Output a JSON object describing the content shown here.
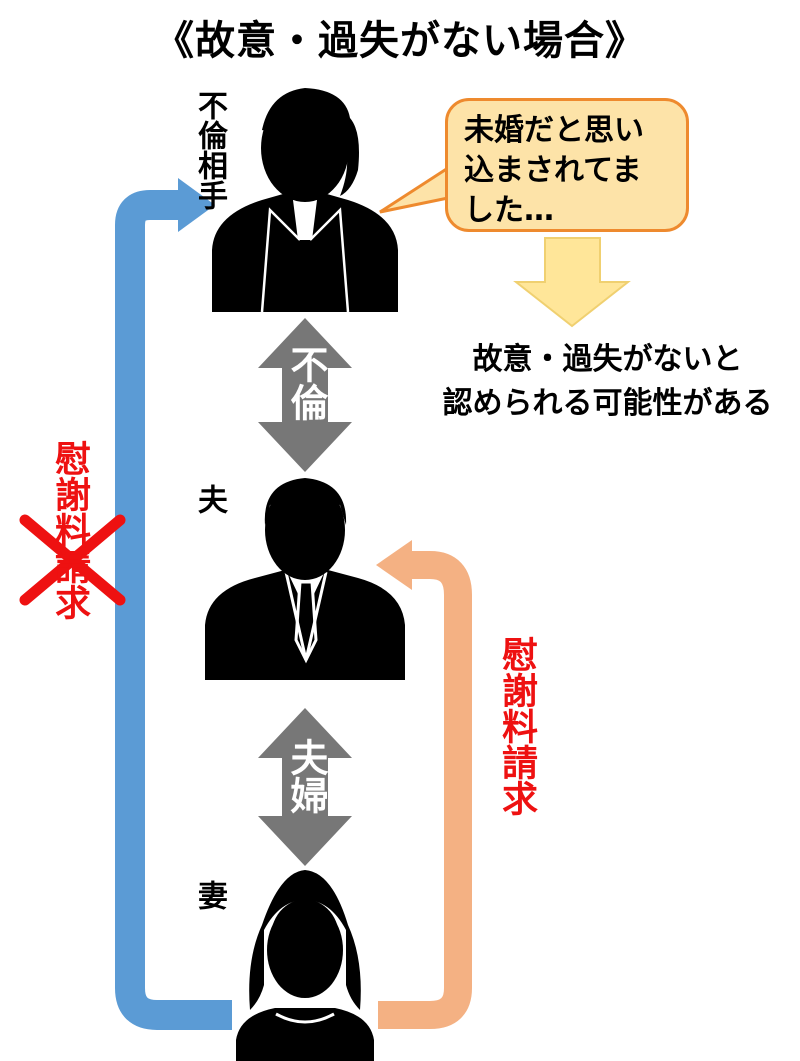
{
  "title": "《故意・過失がない場合》",
  "people": {
    "lover": "不倫相手",
    "husband": "夫",
    "wife": "妻"
  },
  "relations": {
    "affair": "不倫",
    "married": "夫婦"
  },
  "speech_bubble": "未婚だと思い\n込まされてま\nした…",
  "note": {
    "line1": "故意・過失がないと",
    "line2": "認められる可能性がある"
  },
  "claims": {
    "left_claim": "慰謝料請求",
    "right_claim": "慰謝料請求"
  },
  "colors": {
    "left_arrow": "#5b9bd5",
    "right_arrow": "#f4b183",
    "relation_arrow": "#777777",
    "cross": "#ee1111",
    "bubble_fill": "#fde3a8",
    "bubble_border": "#ee8a2e",
    "down_arrow": "#ffe699",
    "claim_text": "#ee1111"
  }
}
